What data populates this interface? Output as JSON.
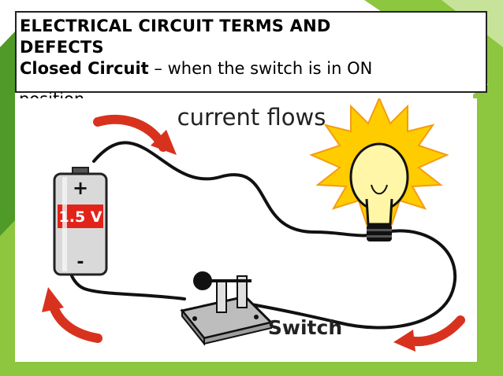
{
  "slide": {
    "title_line1": "ELECTRICAL CIRCUIT TERMS AND",
    "title_line2": "DEFECTS",
    "term": "Closed Circuit",
    "definition": " – when the switch is in ON",
    "definition_cont": "position"
  },
  "illustration": {
    "caption_flow": "current flows",
    "battery_plus": "+",
    "battery_voltage": "1.5 V",
    "battery_minus": "-",
    "switch_label": "Switch"
  },
  "colors": {
    "accent_green": "#8dc63f",
    "dark_green": "#4f9a28",
    "arrow_red": "#d8321f",
    "battery_red": "#e2231a",
    "bulb_yellow": "#ffcc00"
  }
}
